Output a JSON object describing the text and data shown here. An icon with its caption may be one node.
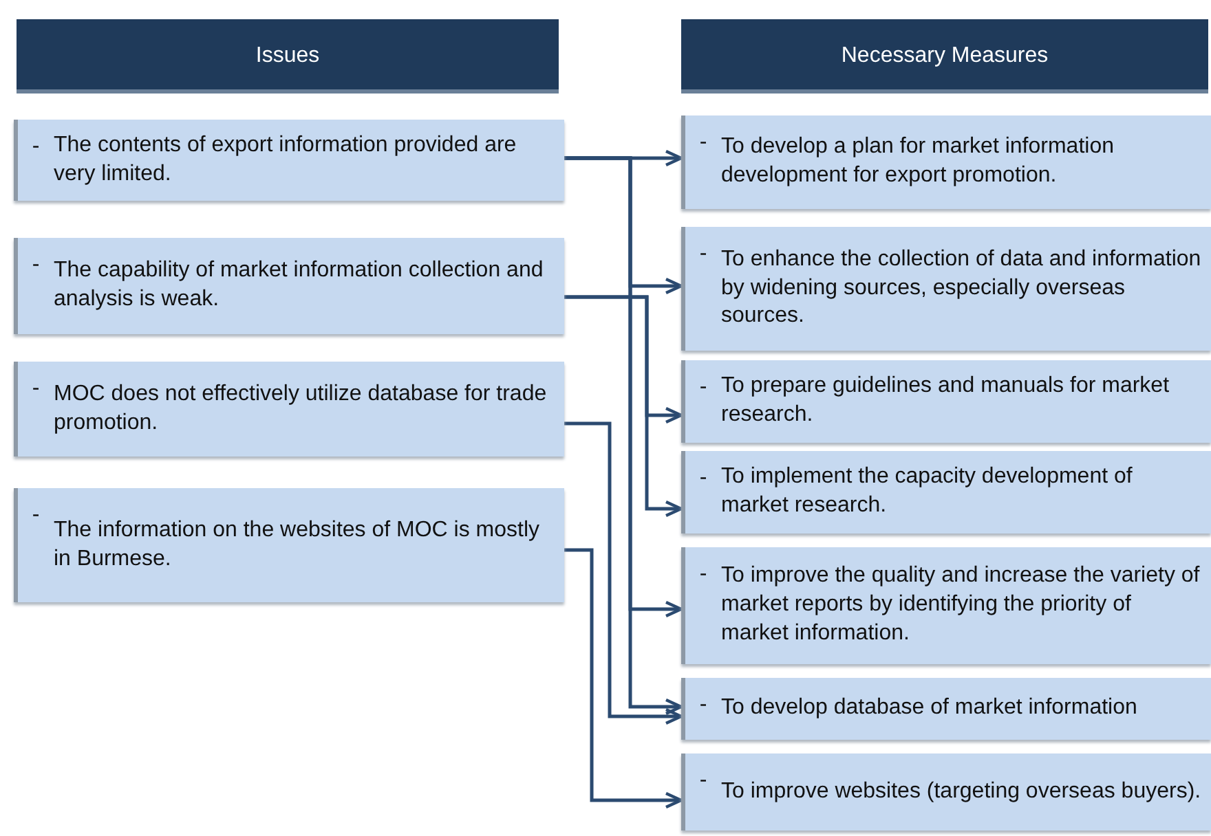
{
  "diagram": {
    "nodes": [
      {
        "text": [
          "Issues"
        ]
      },
      {
        "text": [
          "Necessary Measures"
        ]
      },
      {
        "text": [
          "-",
          "The contents of export information provided are very limited."
        ]
      },
      {
        "text": [
          "-",
          "The capability of market information collection and analysis is weak."
        ]
      },
      {
        "text": [
          "-",
          "MOC does not effectively utilize database for trade promotion."
        ]
      },
      {
        "text": [
          "-",
          "The information on the websites of MOC is mostly in Burmese."
        ]
      },
      {
        "text": [
          "-",
          "To develop a plan for market information development for export promotion."
        ]
      },
      {
        "text": [
          "-",
          "To enhance the collection of data and information by widening sources, especially overseas sources."
        ]
      },
      {
        "text": [
          "-",
          "To prepare guidelines and manuals for market research."
        ]
      },
      {
        "text": [
          "-",
          "To implement the capacity development of market research."
        ]
      },
      {
        "text": [
          "-",
          "To improve the quality and increase the variety of market reports by identifying the priority of market information."
        ]
      },
      {
        "text": [
          "-",
          "To develop database of market information"
        ]
      },
      {
        "text": [
          "-",
          "To improve websites (targeting overseas buyers)."
        ]
      }
    ],
    "edges": [
      {
        "from": 2,
        "to": 6,
        "arrow": "to"
      },
      {
        "from": 2,
        "to": 7,
        "arrow": "to"
      },
      {
        "from": 2,
        "to": 10,
        "arrow": "to"
      },
      {
        "from": 2,
        "to": 11,
        "arrow": "to"
      },
      {
        "from": 3,
        "to": 8,
        "arrow": "to"
      },
      {
        "from": 3,
        "to": 9,
        "arrow": "to"
      },
      {
        "from": 4,
        "to": 11,
        "arrow": "to"
      },
      {
        "from": 5,
        "to": 12,
        "arrow": "to"
      }
    ]
  }
}
